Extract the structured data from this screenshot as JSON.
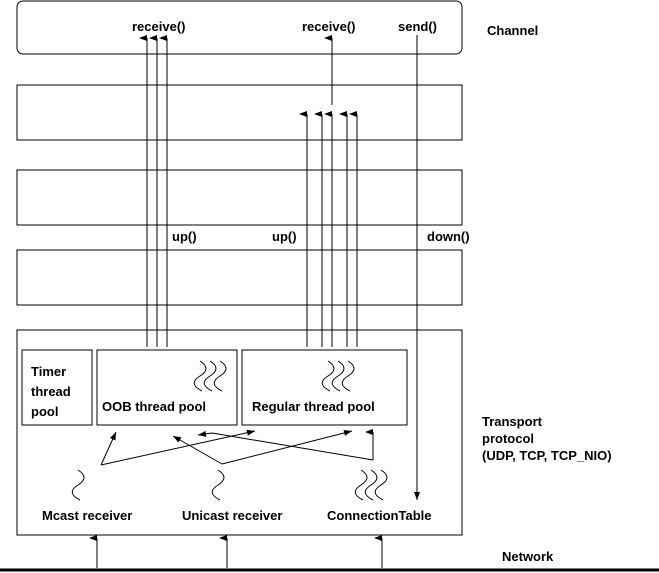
{
  "diagram": {
    "channel": {
      "label": "Channel",
      "methods": {
        "receive_left": "receive()",
        "receive_right": "receive()",
        "send": "send()"
      }
    },
    "protocol_stack": {
      "calls": {
        "up_left": "up()",
        "up_right": "up()",
        "down": "down()"
      }
    },
    "transport": {
      "label_line1": "Transport",
      "label_line2": "protocol",
      "label_line3": "(UDP, TCP, TCP_NIO)",
      "timer_pool": {
        "line1": "Timer",
        "line2": "thread",
        "line3": "pool"
      },
      "oob_pool": "OOB thread pool",
      "regular_pool": "Regular thread pool",
      "receivers": {
        "mcast": "Mcast receiver",
        "unicast": "Unicast receiver",
        "connection_table": "ConnectionTable"
      }
    },
    "network": {
      "label": "Network"
    }
  }
}
